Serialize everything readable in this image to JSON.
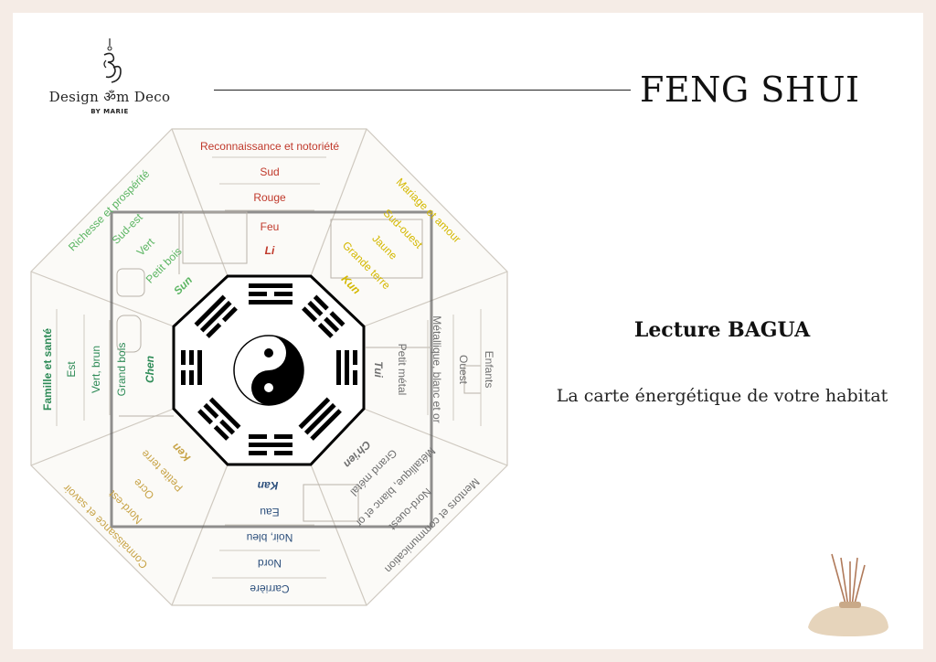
{
  "logo": {
    "brand": "Design ॐm Deco",
    "sub": "BY MARIE"
  },
  "header": {
    "title": "FENG SHUI"
  },
  "main": {
    "subtitle": "Lecture BAGUA",
    "description": "La carte énergétique de votre habitat"
  },
  "bagua": {
    "colors": {
      "south": "#c0392b",
      "southwest": "#d4b800",
      "west": "#707070",
      "northwest": "#6e6e6e",
      "north": "#2c4f7c",
      "northeast": "#c8a448",
      "east": "#2e8b57",
      "southeast": "#5bb562"
    },
    "sectors": {
      "south": {
        "aspiration": "Reconnaissance et notoriété",
        "direction": "Sud",
        "color": "Rouge",
        "element": "Feu",
        "trigram": "Li"
      },
      "southwest": {
        "aspiration": "Mariage et amour",
        "direction": "Sud-ouest",
        "color": "Jaune",
        "element": "Grande terre",
        "trigram": "Kun"
      },
      "west": {
        "aspiration": "Enfants",
        "direction": "Ouest",
        "color": "Métallique, blanc et or",
        "element": "Petit métal",
        "trigram": "Tui"
      },
      "northwest": {
        "aspiration": "Mentors et communication",
        "direction": "Nord-ouest",
        "color": "Métallique, blanc et or",
        "element": "Grand métal",
        "trigram": "Ch'ien"
      },
      "north": {
        "aspiration": "Carrière",
        "direction": "Nord",
        "color": "Noir, bleu",
        "element": "Eau",
        "trigram": "Kan"
      },
      "northeast": {
        "aspiration": "Connaissance et savoir",
        "direction": "Nord-est",
        "color": "Ocre",
        "element": "Petite terre",
        "trigram": "Ken"
      },
      "east": {
        "aspiration": "Famille et santé",
        "direction": "Est",
        "color": "Vert, brun",
        "element": "Grand bois",
        "trigram": "Chen"
      },
      "southeast": {
        "aspiration": "Richesse et prospérité",
        "direction": "Sud-est",
        "color": "Vert",
        "element": "Petit bois",
        "trigram": "Sun"
      }
    }
  }
}
